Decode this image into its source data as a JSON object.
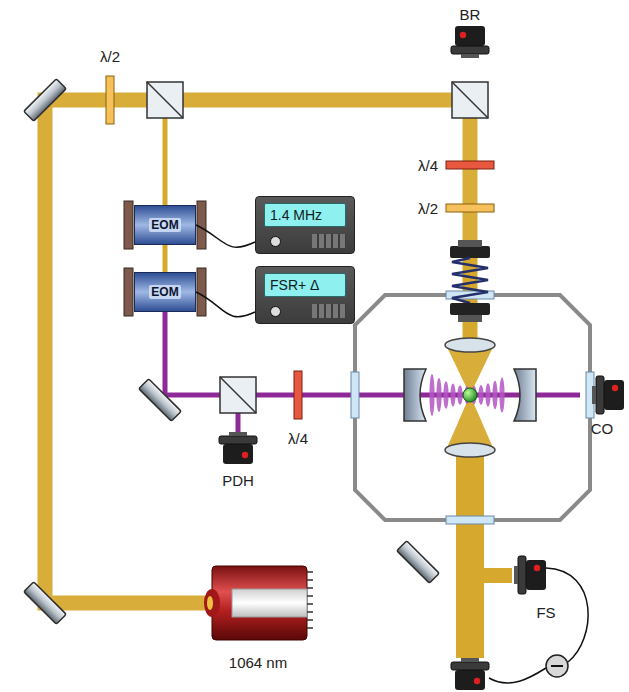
{
  "diagram": {
    "nodes": [
      {
        "text": [
          "EOM"
        ]
      },
      {
        "text": [
          "1.4 MHz"
        ]
      },
      {
        "text": [
          "EOM"
        ]
      },
      {
        "text": [
          "FSR+ Δ"
        ]
      }
    ],
    "edges": [
      {
        "from": 1,
        "to": 0,
        "arrow": "none"
      },
      {
        "from": 3,
        "to": 2,
        "arrow": "none"
      }
    ],
    "labels": [
      "λ/2",
      "BR",
      "λ/4",
      "λ/2",
      "PDH",
      "λ/4",
      "CO",
      "FS",
      "1064 nm"
    ]
  }
}
